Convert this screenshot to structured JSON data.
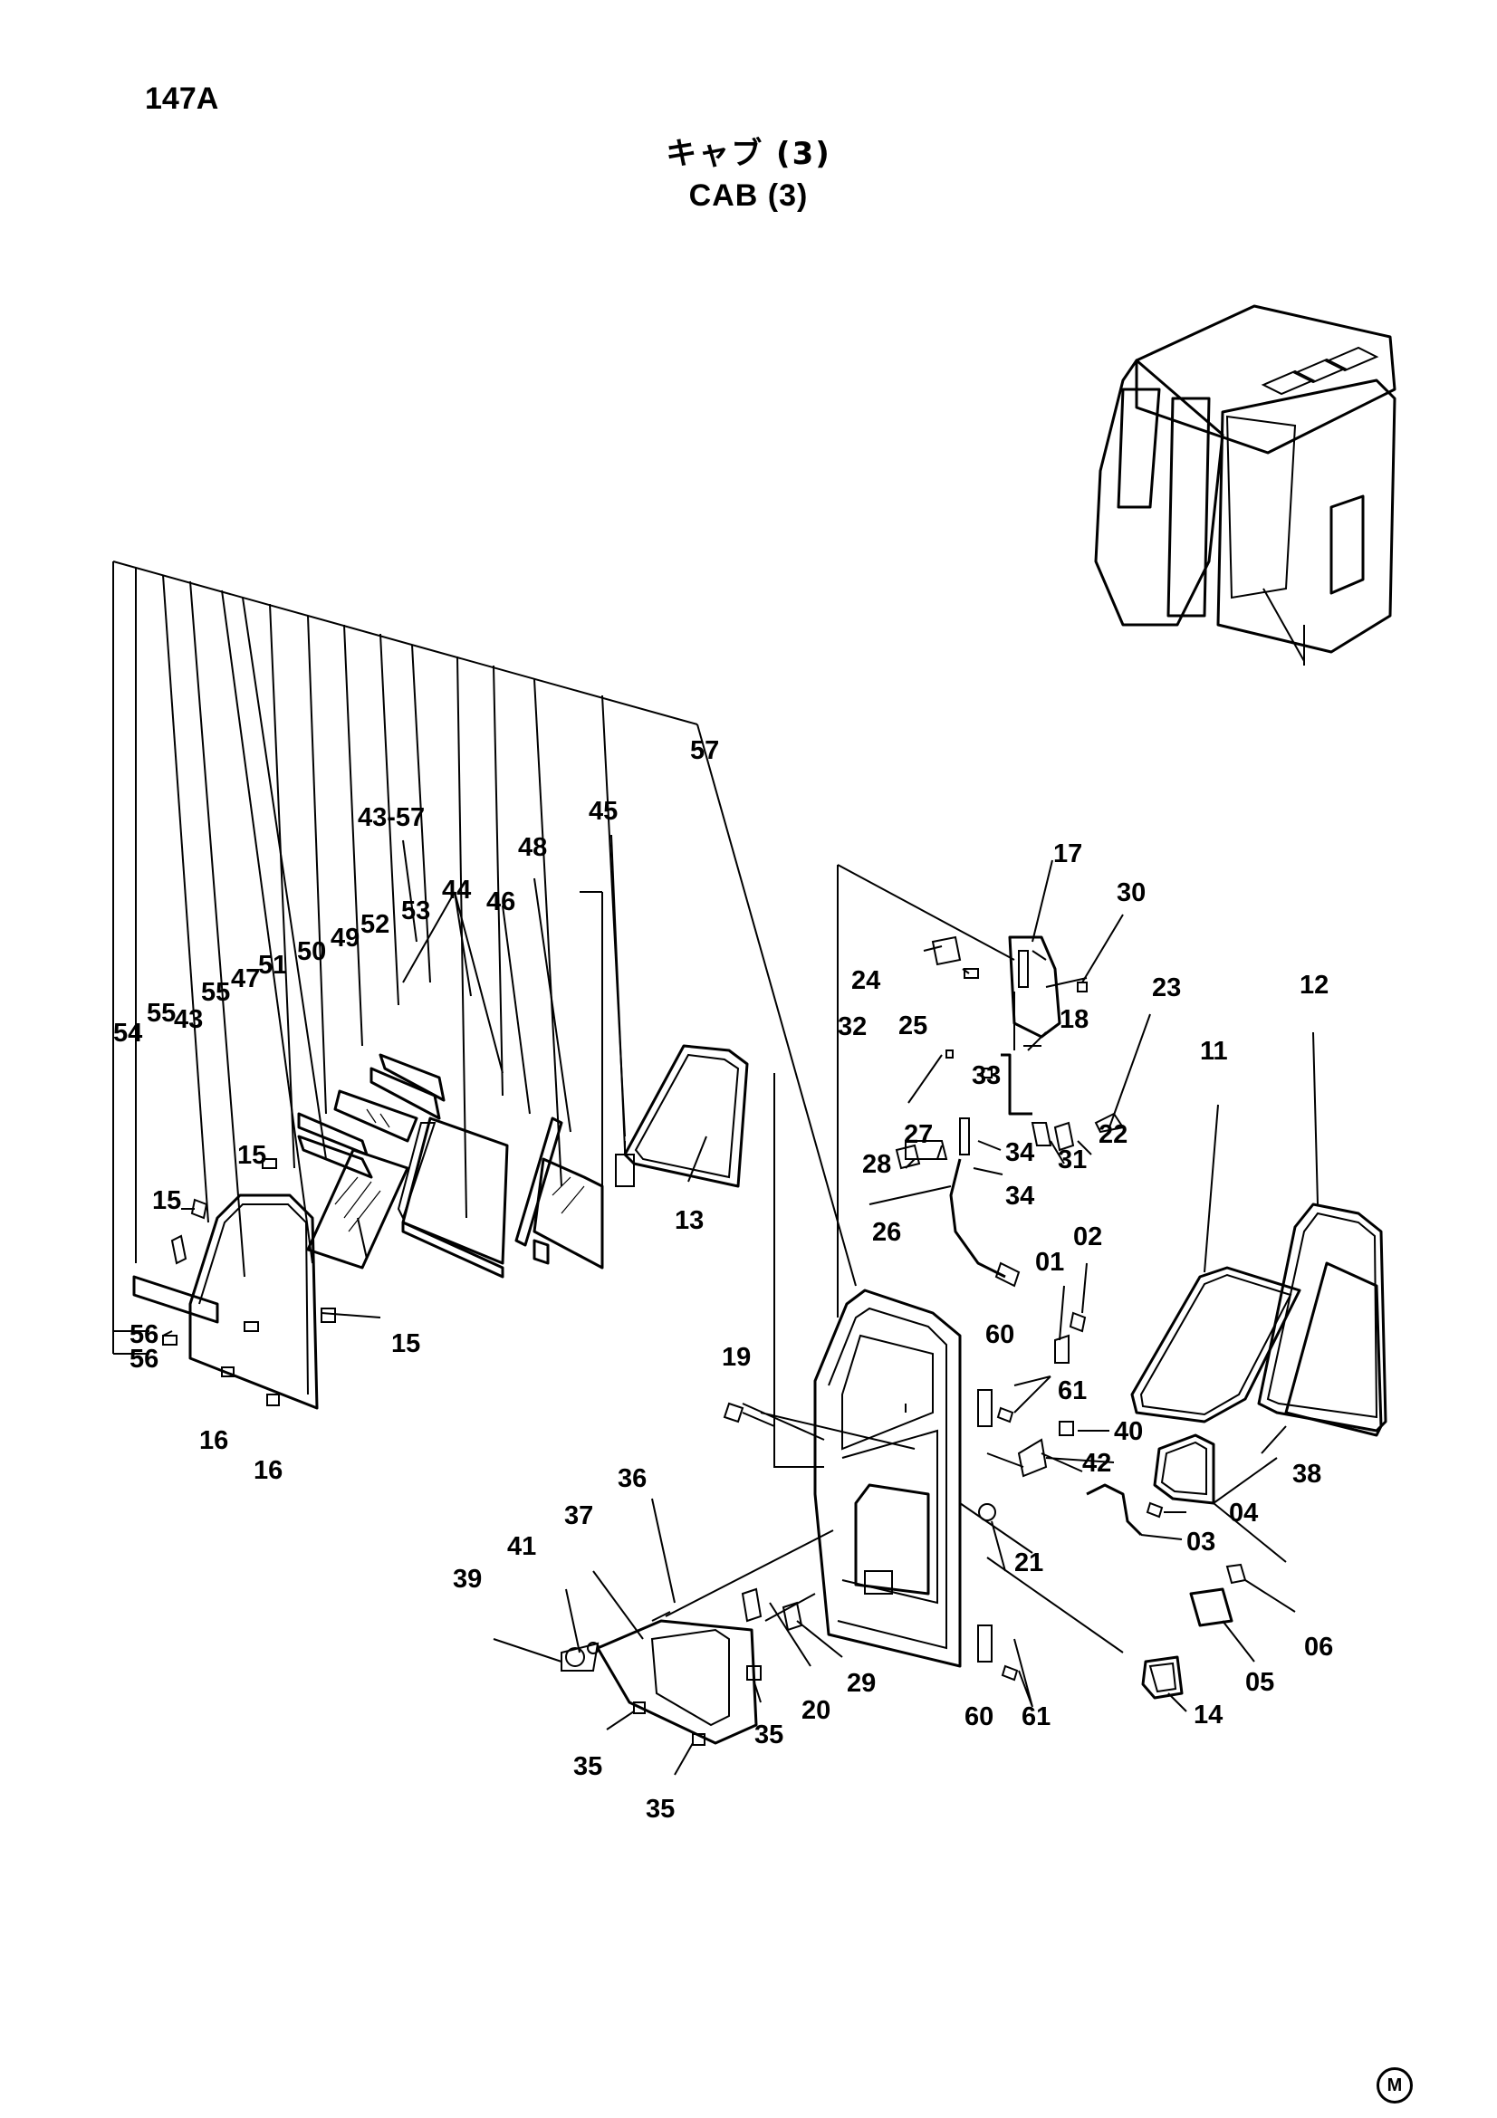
{
  "page": {
    "code": "147A",
    "title_jp": "キャブ (3)",
    "title_en": "CAB (3)",
    "corner_mark": "M"
  },
  "labels": {
    "l54": "54",
    "l55a": "55",
    "l43": "43",
    "l55b": "55",
    "l47": "47",
    "l51": "51",
    "l50": "50",
    "l49": "49",
    "l52": "52",
    "l53": "53",
    "l43_57": "43-57",
    "l44": "44",
    "l46": "46",
    "l48": "48",
    "l45": "45",
    "l57": "57",
    "l13": "13",
    "l15a": "15",
    "l15b": "15",
    "l15c": "15",
    "l56a": "56",
    "l56b": "56",
    "l16a": "16",
    "l16b": "16",
    "l17": "17",
    "l30": "30",
    "l24": "24",
    "l25": "25",
    "l23": "23",
    "l18": "18",
    "l32": "32",
    "l33": "33",
    "l31": "31",
    "l22": "22",
    "l27": "27",
    "l28": "28",
    "l34a": "34",
    "l34b": "34",
    "l26": "26",
    "l12": "12",
    "l11": "11",
    "l01": "01",
    "l02": "02",
    "l60a": "60",
    "l61a": "61",
    "l40": "40",
    "l42": "42",
    "l04": "04",
    "l03": "03",
    "l19": "19",
    "l21": "21",
    "l38": "38",
    "l36": "36",
    "l37": "37",
    "l41": "41",
    "l39": "39",
    "l20": "20",
    "l29": "29",
    "l35a": "35",
    "l35b": "35",
    "l35c": "35",
    "l60b": "60",
    "l61b": "61",
    "l14": "14",
    "l05": "05",
    "l06": "06"
  }
}
